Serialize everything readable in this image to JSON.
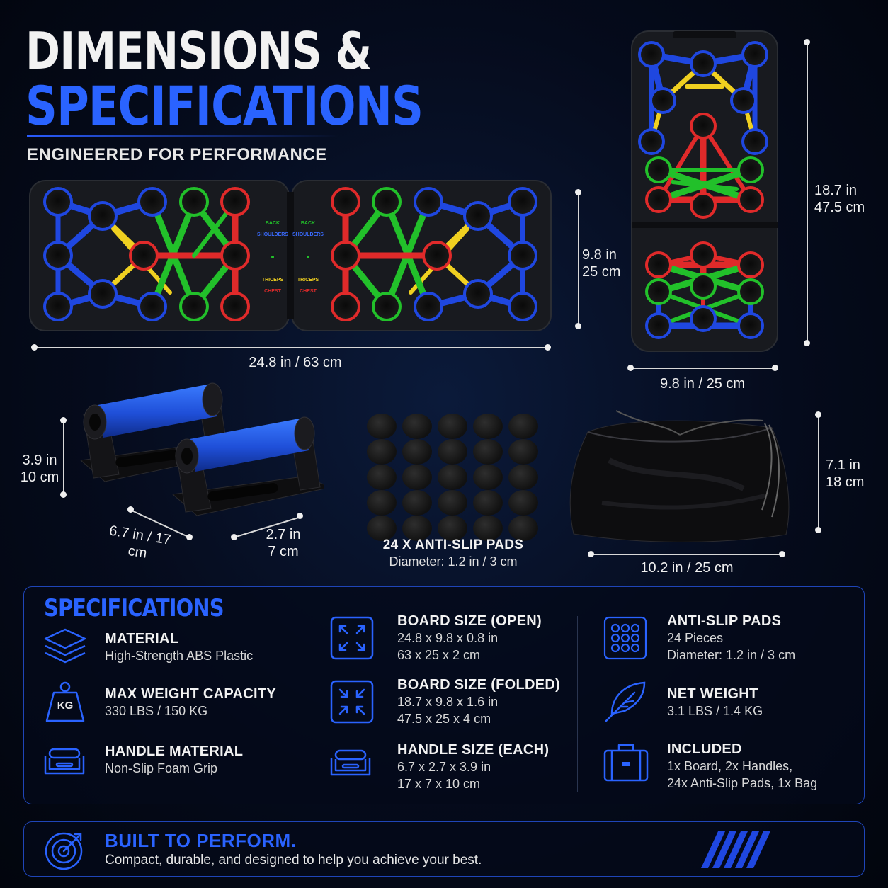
{
  "header": {
    "title_line1": "DIMENSIONS &",
    "title_line2": "SPECIFICATIONS",
    "subtitle": "ENGINEERED FOR PERFORMANCE"
  },
  "board": {
    "labels": [
      "BACK",
      "SHOULDERS",
      "TRICEPS",
      "CHEST"
    ],
    "width_label": "24.8 in / 63 cm",
    "height_line1": "9.8 in",
    "height_line2": "25 cm"
  },
  "folded": {
    "height_line1": "18.7 in",
    "height_line2": "47.5 cm",
    "width_label": "9.8 in / 25 cm"
  },
  "handles": {
    "height_line1": "3.9 in",
    "height_line2": "10 cm",
    "length_label": "6.7 in / 17 cm",
    "width_line1": "2.7 in",
    "width_line2": "7 cm"
  },
  "pads": {
    "title": "24 X ANTI-SLIP PADS",
    "diameter": "Diameter: 1.2 in / 3 cm"
  },
  "bag": {
    "height_line1": "7.1 in",
    "height_line2": "18 cm",
    "width_label": "10.2 in / 25 cm"
  },
  "specs": {
    "heading": "SPECIFICATIONS",
    "col1": [
      {
        "icon": "layers-icon",
        "title": "MATERIAL",
        "lines": [
          "High-Strength ABS Plastic"
        ]
      },
      {
        "icon": "kg-weight-icon",
        "icon_text": "KG",
        "title": "MAX WEIGHT CAPACITY",
        "lines": [
          "330 LBS / 150 KG"
        ]
      },
      {
        "icon": "handle-icon",
        "title": "HANDLE MATERIAL",
        "lines": [
          "Non-Slip Foam Grip"
        ]
      }
    ],
    "col2": [
      {
        "icon": "expand-icon",
        "title": "BOARD SIZE (OPEN)",
        "lines": [
          "24.8 x 9.8 x 0.8 in",
          "63 x 25 x 2 cm"
        ]
      },
      {
        "icon": "collapse-icon",
        "title": "BOARD SIZE (FOLDED)",
        "lines": [
          "18.7 x 9.8 x 1.6 in",
          "47.5 x 25 x 4 cm"
        ]
      },
      {
        "icon": "handle-icon",
        "title": "HANDLE SIZE (EACH)",
        "lines": [
          "6.7 x 2.7 x 3.9 in",
          "17 x 7 x 10 cm"
        ]
      }
    ],
    "col3": [
      {
        "icon": "pads-grid-icon",
        "title": "ANTI-SLIP PADS",
        "lines": [
          "24 Pieces",
          "Diameter: 1.2 in / 3 cm"
        ]
      },
      {
        "icon": "feather-icon",
        "title": "NET WEIGHT",
        "lines": [
          "3.1 LBS / 1.4 KG"
        ]
      },
      {
        "icon": "case-icon",
        "title": "INCLUDED",
        "lines": [
          "1x Board, 2x Handles,",
          "24x Anti-Slip Pads, 1x Bag"
        ]
      }
    ]
  },
  "footer": {
    "title": "BUILT TO PERFORM.",
    "text": "Compact, durable, and designed to help you achieve your best."
  },
  "colors": {
    "accent": "#2a63ff",
    "red": "#e02a2a",
    "green": "#22c02a",
    "yellow": "#f0d020",
    "blue": "#1f47e0"
  }
}
